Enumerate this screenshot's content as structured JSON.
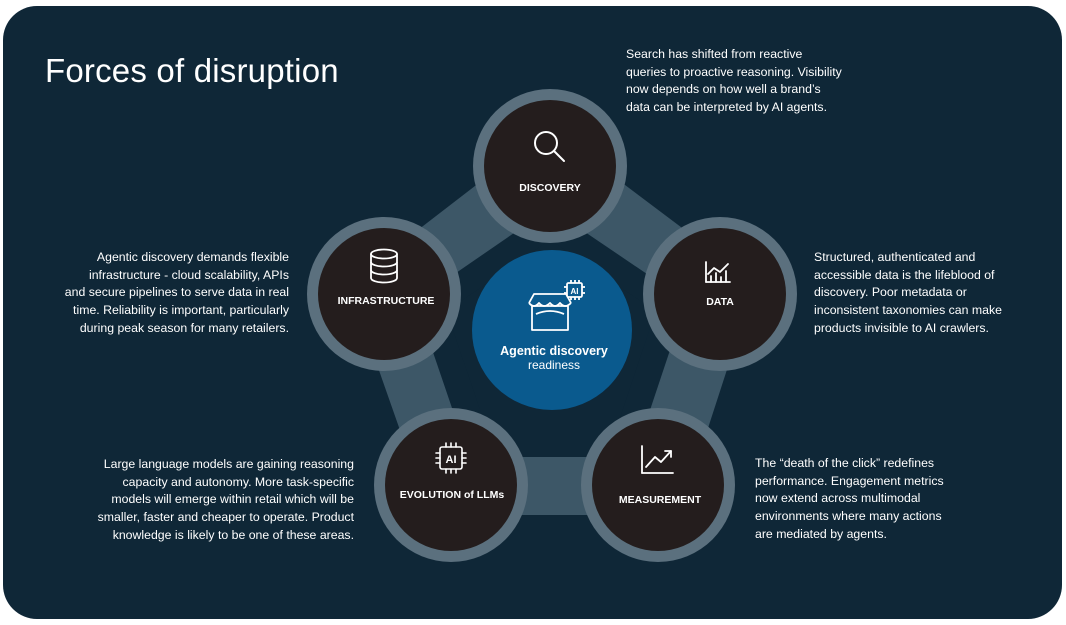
{
  "title": "Forces of disruption",
  "colors": {
    "background": "#0f2737",
    "node_fill": "#241d1d",
    "ring": "#5b707e",
    "band": "#3d5767",
    "center": "#0a5a8e"
  },
  "center": {
    "icon": "storefront-ai-icon",
    "title": "Agentic discovery",
    "subtitle": "readiness"
  },
  "nodes": {
    "discovery": {
      "label": "DISCOVERY",
      "icon": "search-icon",
      "description": [
        "Search has shifted from reactive",
        "queries to proactive reasoning. Visibility",
        "now depends on how well a brand’s",
        "data can be interpreted by AI agents."
      ]
    },
    "data": {
      "label": "DATA",
      "icon": "line-chart-icon",
      "description": [
        "Structured, authenticated and",
        "accessible data is the lifeblood of",
        "discovery. Poor metadata or",
        "inconsistent taxonomies can make",
        "products invisible to AI crawlers."
      ]
    },
    "measurement": {
      "label": "MEASUREMENT",
      "icon": "trend-chart-icon",
      "description": [
        "The “death of the click” redefines",
        "performance. Engagement metrics",
        "now extend across multimodal",
        "environments where many actions",
        "are mediated by agents."
      ]
    },
    "llms": {
      "label": "EVOLUTION of LLMs",
      "icon": "ai-chip-icon",
      "description": [
        "Large language models are gaining reasoning",
        "capacity and autonomy. More task-specific",
        "models will emerge within retail which will be",
        "smaller, faster and cheaper to operate. Product",
        "knowledge is likely to be one of these areas."
      ]
    },
    "infrastructure": {
      "label": "INFRASTRUCTURE",
      "icon": "database-icon",
      "description": [
        "Agentic discovery demands flexible",
        "infrastructure - cloud scalability, APIs",
        "and secure pipelines to serve data in real",
        "time. Reliability is important, particularly",
        "during peak season for many retailers."
      ]
    }
  }
}
